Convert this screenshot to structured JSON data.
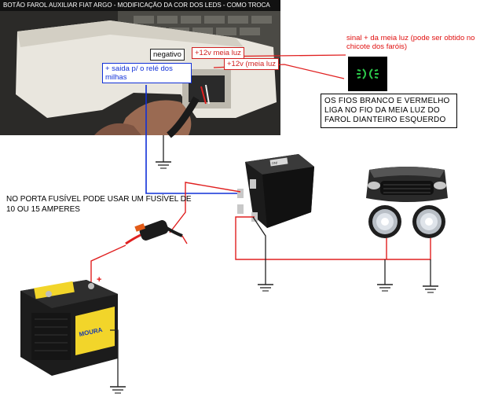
{
  "video_title": "BOTÃO FAROL AUXILIAR FIAT ARGO - MODIFICAÇÃO DA COR DOS LEDS - COMO TROCAR A COR...",
  "labels": {
    "negativo": "negativo",
    "plus12v_meia_luz_a": "+12v meia luz",
    "plus12v_meia_luz_b": "+12v (meia luz",
    "saida_rele": "+ saida p/ o relé dos milhas",
    "sinal": "sinal + da meia luz (pode ser obtido no chicote dos faróis)",
    "fios_info": "OS FIOS BRANCO E VERMELHO LIGA NO FIO DA MEIA LUZ DO FAROL DIANTEIRO ESQUERDO",
    "fusivel": "NO PORTA FUSÍVEL PODE USAR UM FUSÍVEL DE 10 OU 15 AMPERES",
    "battery_plus": "+",
    "battery_brand": "MOURA"
  },
  "colors": {
    "positive_wire": "#e02020",
    "signal_wire": "#1030d8",
    "ground_wire": "#222222",
    "indicator_green": "#2cc84a"
  }
}
